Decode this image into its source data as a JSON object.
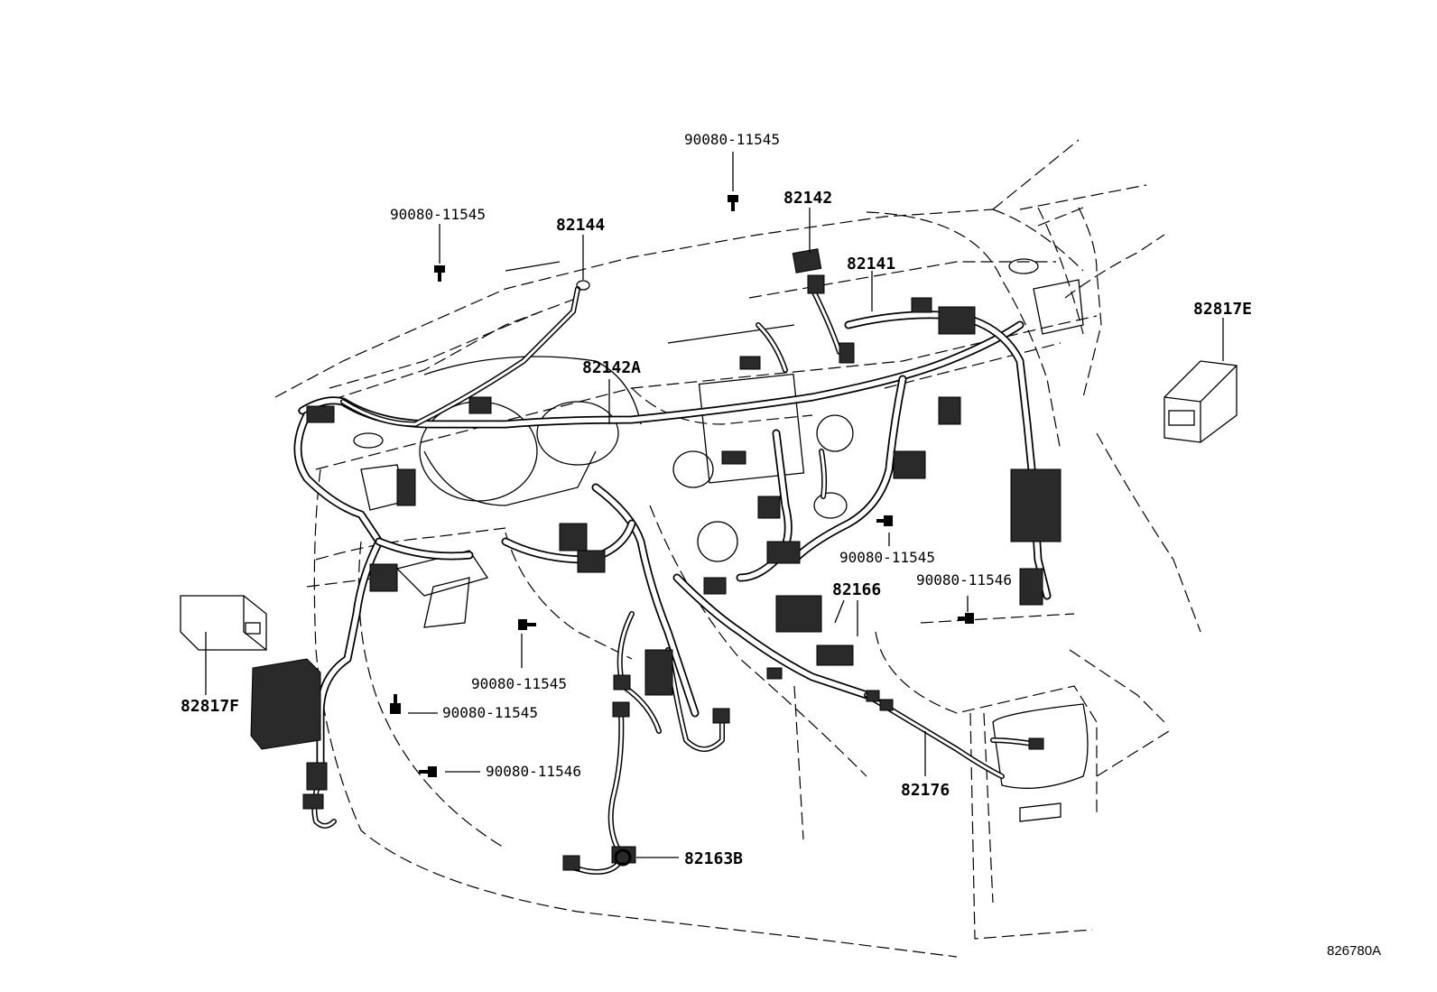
{
  "labels": {
    "bolt_top_center": "90080-11545",
    "bolt_top_left": "90080-11545",
    "part_82144": "82144",
    "part_82142": "82142",
    "part_82141": "82141",
    "part_82142A": "82142A",
    "part_82817E": "82817E",
    "bolt_mid_right": "90080-11545",
    "bolt_right_11546": "90080-11546",
    "part_82166": "82166",
    "bolt_center_lower": "90080-11545",
    "bolt_left_lower": "90080-11545",
    "bolt_left_11546": "90080-11546",
    "part_82817F": "82817F",
    "part_82176": "82176",
    "part_82163B": "82163B"
  },
  "diagram_code": "826780A"
}
